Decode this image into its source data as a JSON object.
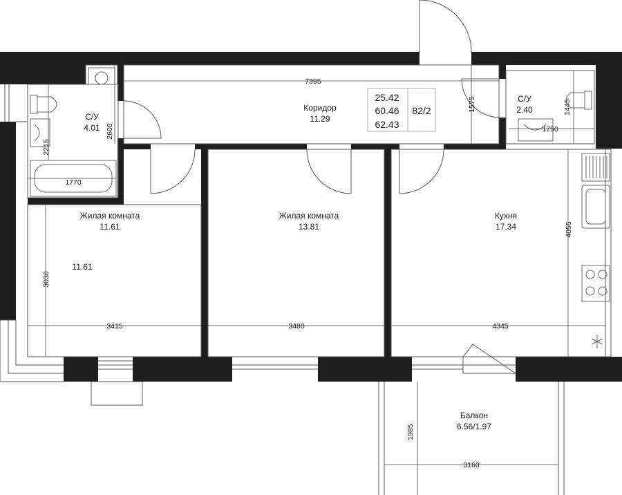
{
  "rooms": {
    "bath1": {
      "name": "С/У",
      "area": "4.01"
    },
    "bath2": {
      "name": "С/У",
      "area": "2.40"
    },
    "corridor": {
      "name": "Коридор",
      "area": "11.29"
    },
    "living1": {
      "name": "Жилая комната",
      "area": "11.61",
      "extra_area": "11.61"
    },
    "living2": {
      "name": "Жилая комната",
      "area": "13.81"
    },
    "kitchen": {
      "name": "Кухня",
      "area": "17.34"
    },
    "balcony": {
      "name": "Балкон",
      "area": "6.56/1.97"
    }
  },
  "summary": {
    "living_area": "25.42",
    "total_area": "60.46",
    "total_with_balcony": "62.43",
    "apartment_number": "82/2"
  },
  "dimensions": {
    "corridor_length": "7395",
    "corridor_h": "1575",
    "bath1_height": "2600",
    "bath1_depth": "2215",
    "bath1_width": "1770",
    "bath2_height": "1445",
    "bath2_width": "1750",
    "living1_depth": "3030",
    "living1_width": "3415",
    "living2_width": "3480",
    "kitchen_width": "4345",
    "kitchen_depth": "4055",
    "balcony_depth": "1985",
    "balcony_width": "3160"
  }
}
